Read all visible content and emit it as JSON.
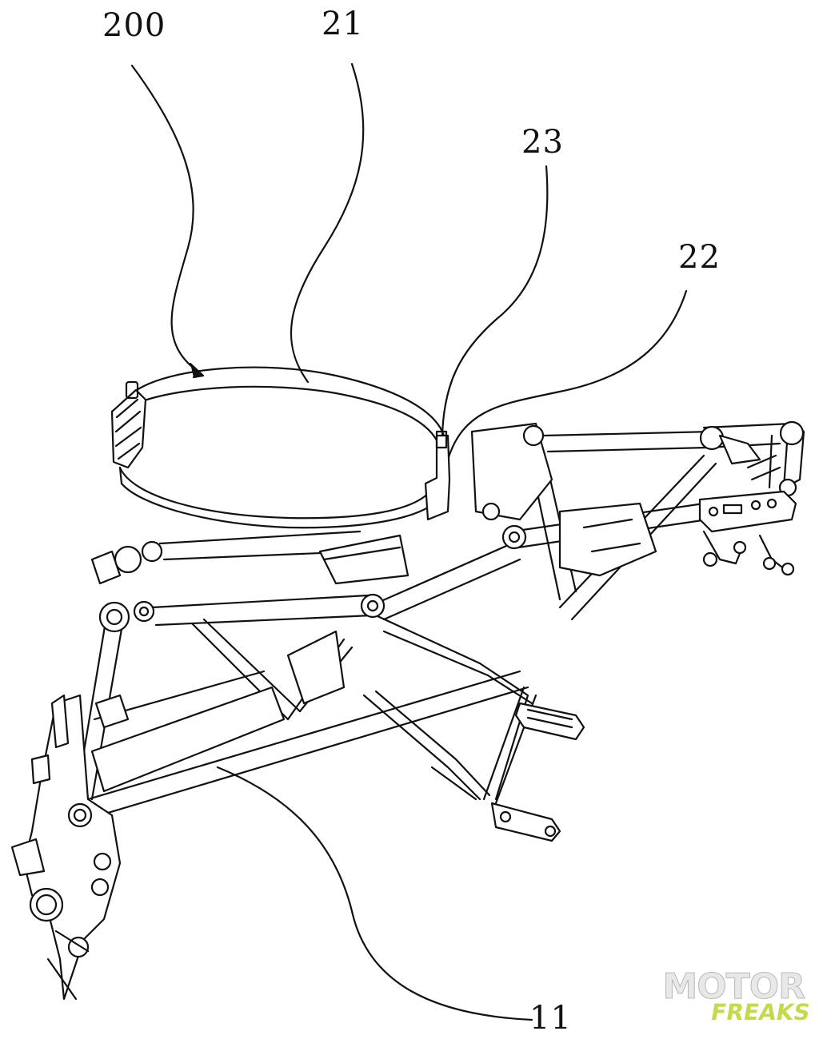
{
  "labels": {
    "ref_200": "200",
    "ref_21": "21",
    "ref_23": "23",
    "ref_22": "22",
    "ref_11": "11"
  },
  "watermark": {
    "line1": "MOTOR",
    "line2": "FREAKS",
    "accent_color": "#c7d94a"
  },
  "colors": {
    "line": "#111111",
    "background": "#ffffff"
  }
}
